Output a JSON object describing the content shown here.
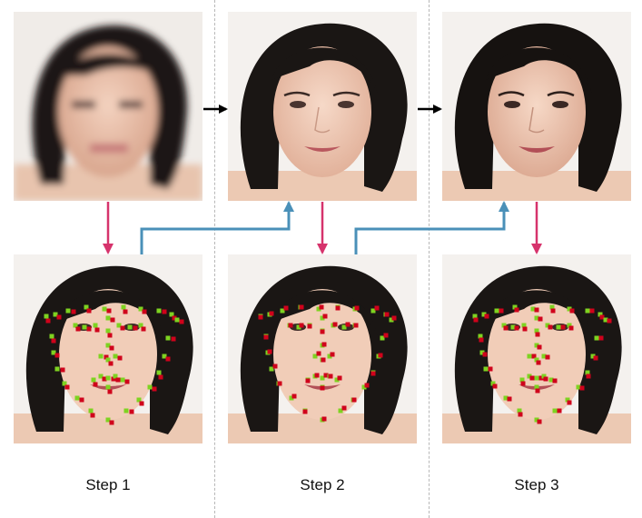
{
  "steps": [
    {
      "label": "Step 1"
    },
    {
      "label": "Step 2"
    },
    {
      "label": "Step 3"
    }
  ],
  "icons": {
    "face": "face-photo",
    "landmarks": "landmark-points",
    "arrow_forward": "arrow-right",
    "arrow_down": "arrow-down",
    "arrow_feedback": "arrow-elbow-up"
  },
  "colors": {
    "arrow_forward": "#000000",
    "arrow_down": "#d6336c",
    "arrow_feedback": "#4a90b8",
    "landmark_green": "#7ed321",
    "landmark_red": "#d0021b",
    "hair": "#1a1614",
    "skin": "#f1cdb8",
    "divider": "#b8b8b8"
  }
}
